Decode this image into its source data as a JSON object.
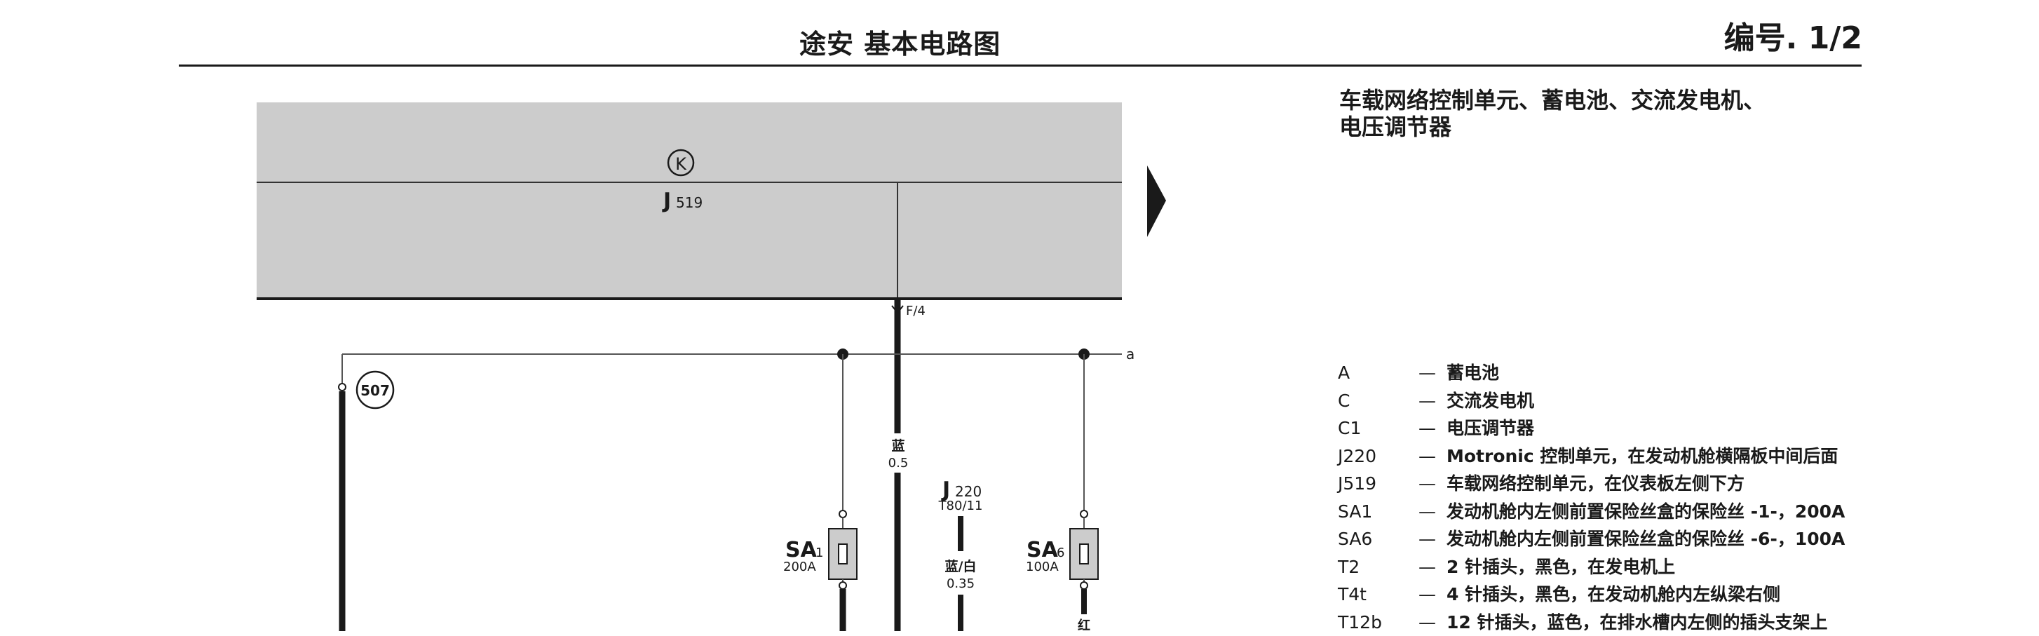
{
  "header": {
    "title": "途安  基本电路图",
    "page_number": "编号. 1/2"
  },
  "section_title": {
    "line1": "车载网络控制单元、蓄电池、交流发电机、",
    "line2": "电压调节器"
  },
  "module": {
    "symbol": "K",
    "name_main": "J",
    "name_sub": "519",
    "pin": "F/4"
  },
  "node_507": "507",
  "connection_a": "a",
  "wires": {
    "w1_color": "蓝",
    "w1_size": "0.5",
    "w2_color": "蓝/白",
    "w2_size": "0.35",
    "w3_color": "红"
  },
  "j220": {
    "main": "J",
    "sub": "220",
    "pin": "T80/11"
  },
  "fuses": {
    "sa1": {
      "main": "SA",
      "sub": "1",
      "rating": "200A"
    },
    "sa6": {
      "main": "SA",
      "sub": "6",
      "rating": "100A"
    }
  },
  "legend": [
    {
      "code": "A",
      "dash": "—",
      "desc": "蓄电池"
    },
    {
      "code": "C",
      "dash": "—",
      "desc": "交流发电机"
    },
    {
      "code": "C1",
      "dash": "—",
      "desc": "电压调节器"
    },
    {
      "code": "J220",
      "dash": "—",
      "desc": "Motronic 控制单元，在发动机舱横隔板中间后面"
    },
    {
      "code": "J519",
      "dash": "—",
      "desc": "车载网络控制单元，在仪表板左侧下方"
    },
    {
      "code": "SA1",
      "dash": "—",
      "desc": "发动机舱内左侧前置保险丝盒的保险丝 -1-，200A"
    },
    {
      "code": "SA6",
      "dash": "—",
      "desc": "发动机舱内左侧前置保险丝盒的保险丝 -6-，100A"
    },
    {
      "code": "T2",
      "dash": "—",
      "desc": "2 针插头，黑色，在发电机上"
    },
    {
      "code": "T4t",
      "dash": "—",
      "desc": "4 针插头，黑色，在发动机舱内左纵梁右侧"
    },
    {
      "code": "T12b",
      "dash": "—",
      "desc": "12 针插头，蓝色，在排水槽内左侧的插头支架上"
    }
  ]
}
